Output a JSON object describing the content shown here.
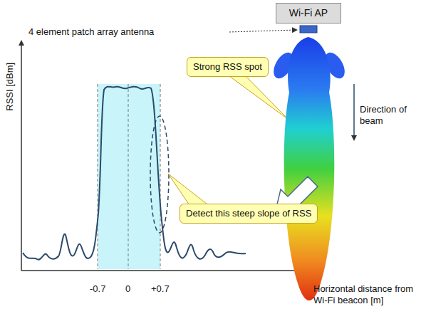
{
  "diagram": {
    "nodes": [
      {
        "text": [
          "Wi-Fi AP"
        ]
      },
      {
        "text": [
          "Strong RSS spot"
        ]
      },
      {
        "text": [
          "Detect this steep slope of RSS"
        ]
      }
    ],
    "edges": [],
    "labels": [
      "4 element patch array antenna",
      "Direction of beam",
      "RSSI [dBm]",
      "-0.7",
      "0",
      "+0.7",
      "Horizontal distance from Wi-Fi beacon [m]"
    ]
  }
}
